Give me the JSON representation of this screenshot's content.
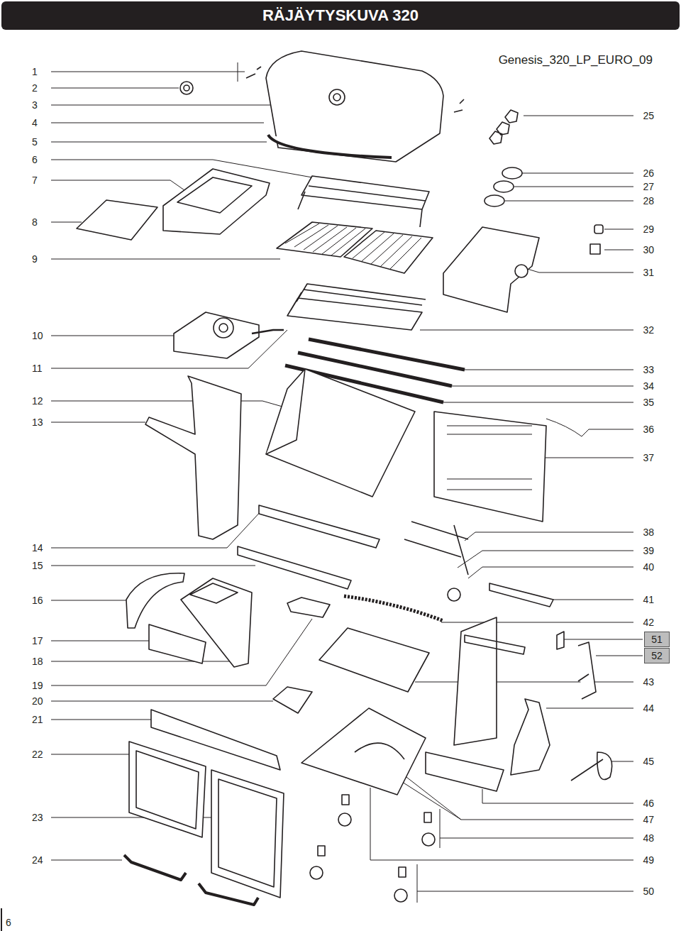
{
  "diagram": {
    "title": "RÄJÄYTYSKUVA 320",
    "nodes": [
      {
        "text": [
          "51"
        ]
      },
      {
        "text": [
          "52"
        ]
      }
    ],
    "labels": [
      "Genesis_320_LP_EURO_09",
      "1",
      "2",
      "3",
      "4",
      "5",
      "6",
      "7",
      "8",
      "9",
      "10",
      "11",
      "12",
      "13",
      "14",
      "15",
      "16",
      "17",
      "18",
      "19",
      "20",
      "21",
      "22",
      "23",
      "24",
      "25",
      "26",
      "27",
      "28",
      "29",
      "30",
      "31",
      "32",
      "33",
      "34",
      "35",
      "36",
      "37",
      "38",
      "39",
      "40",
      "41",
      "42",
      "43",
      "44",
      "45",
      "46",
      "47",
      "48",
      "49",
      "50",
      "6"
    ]
  }
}
